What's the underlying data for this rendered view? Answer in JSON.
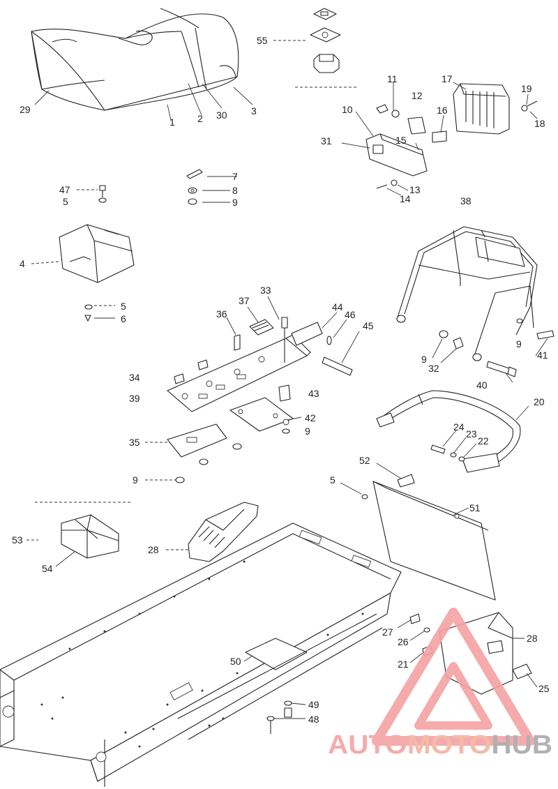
{
  "labels": {
    "l1": "1",
    "l2": "2",
    "l3": "3",
    "l4": "4",
    "l5a": "5",
    "l5b": "5",
    "l5c": "5",
    "l6": "6",
    "l7": "7",
    "l8": "8",
    "l9a": "9",
    "l9b": "9",
    "l9c": "9",
    "l9d": "9",
    "l9e": "9",
    "l10": "10",
    "l11": "11",
    "l12": "12",
    "l13": "13",
    "l14": "14",
    "l15": "15",
    "l16": "16",
    "l17": "17",
    "l18": "18",
    "l19": "19",
    "l20": "20",
    "l21": "21",
    "l22": "22",
    "l23": "23",
    "l24": "24",
    "l25": "25",
    "l26": "26",
    "l27": "27",
    "l28a": "28",
    "l28b": "28",
    "l29": "29",
    "l30": "30",
    "l31": "31",
    "l32": "32",
    "l33": "33",
    "l34": "34",
    "l35": "35",
    "l36": "36",
    "l37": "37",
    "l38": "38",
    "l39": "39",
    "l40": "40",
    "l41": "41",
    "l42": "42",
    "l43": "43",
    "l44": "44",
    "l45": "45",
    "l46": "46",
    "l47": "47",
    "l48": "48",
    "l49": "49",
    "l50": "50",
    "l51": "51",
    "l52": "52",
    "l53": "53",
    "l54": "54",
    "l55": "55"
  },
  "watermark": {
    "part1": "AUTO",
    "part2": "MOTO",
    "part3": "HUB",
    "color_primary": "#f5a3a3",
    "color_secondary": "#f2b3a0",
    "color_dark": "#a9a9a9"
  }
}
